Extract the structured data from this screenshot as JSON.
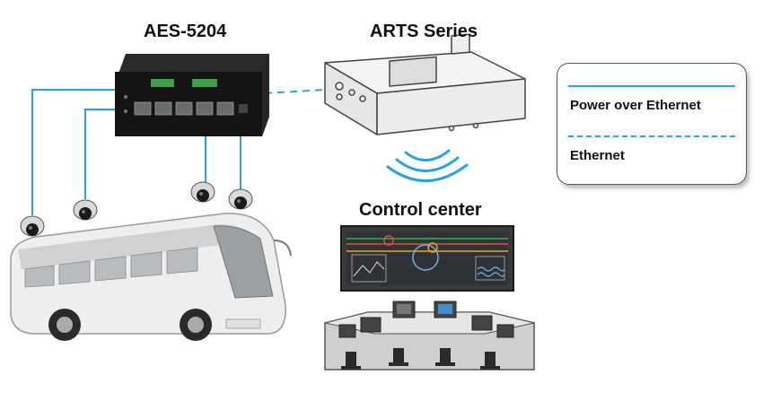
{
  "diagram": {
    "nodes": {
      "aes": {
        "label": "AES-5204"
      },
      "arts": {
        "label": "ARTS Series"
      },
      "control": {
        "label": "Control center"
      }
    },
    "legend": {
      "poe": {
        "label": "Power over Ethernet",
        "style": "solid"
      },
      "eth": {
        "label": "Ethernet",
        "style": "dashed"
      }
    },
    "colors": {
      "link": "#29a3df",
      "device": "#1a1a1a",
      "device_port": "#555555"
    }
  }
}
